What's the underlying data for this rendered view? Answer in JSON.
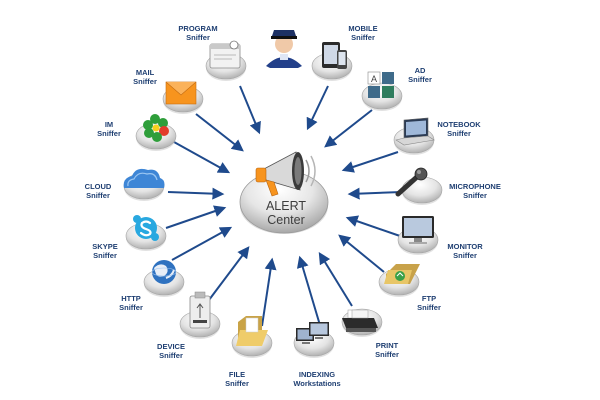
{
  "center": {
    "line1": "ALERT",
    "line2": "Center",
    "icon": "megaphone-icon"
  },
  "nodes": [
    {
      "id": "program",
      "line1": "PROGRAM",
      "line2": "Sniffer",
      "icon": "program-window-icon"
    },
    {
      "id": "agent",
      "line1": "",
      "line2": "",
      "icon": "police-officer-icon"
    },
    {
      "id": "mobile",
      "line1": "MOBILE",
      "line2": "Sniffer",
      "icon": "mobile-devices-icon"
    },
    {
      "id": "ad",
      "line1": "AD",
      "line2": "Sniffer",
      "icon": "ad-grid-icon"
    },
    {
      "id": "notebook",
      "line1": "NOTEBOOK",
      "line2": "Sniffer",
      "icon": "notebook-icon"
    },
    {
      "id": "microphone",
      "line1": "MICROPHONE",
      "line2": "Sniffer",
      "icon": "microphone-icon"
    },
    {
      "id": "monitor",
      "line1": "MONITOR",
      "line2": "Sniffer",
      "icon": "monitor-icon"
    },
    {
      "id": "ftp",
      "line1": "FTP",
      "line2": "Sniffer",
      "icon": "ftp-folder-icon"
    },
    {
      "id": "print",
      "line1": "PRINT",
      "line2": "Sniffer",
      "icon": "printer-icon"
    },
    {
      "id": "indexing",
      "line1": "INDEXING",
      "line2": "Workstations",
      "icon": "workstations-icon"
    },
    {
      "id": "file",
      "line1": "FILE",
      "line2": "Sniffer",
      "icon": "folder-icon"
    },
    {
      "id": "device",
      "line1": "DEVICE",
      "line2": "Sniffer",
      "icon": "usb-drive-icon"
    },
    {
      "id": "http",
      "line1": "HTTP",
      "line2": "Sniffer",
      "icon": "globe-icon"
    },
    {
      "id": "skype",
      "line1": "SKYPE",
      "line2": "Sniffer",
      "icon": "skype-icon"
    },
    {
      "id": "cloud",
      "line1": "CLOUD",
      "line2": "Sniffer",
      "icon": "cloud-icon"
    },
    {
      "id": "im",
      "line1": "IM",
      "line2": "Sniffer",
      "icon": "icq-flower-icon"
    },
    {
      "id": "mail",
      "line1": "MAIL",
      "line2": "Sniffer",
      "icon": "mail-envelope-icon"
    }
  ],
  "ad_tile_letter": "A",
  "colors": {
    "arrow": "#1f4a8c",
    "label": "#1f3f72",
    "accent_orange": "#f7941e"
  }
}
